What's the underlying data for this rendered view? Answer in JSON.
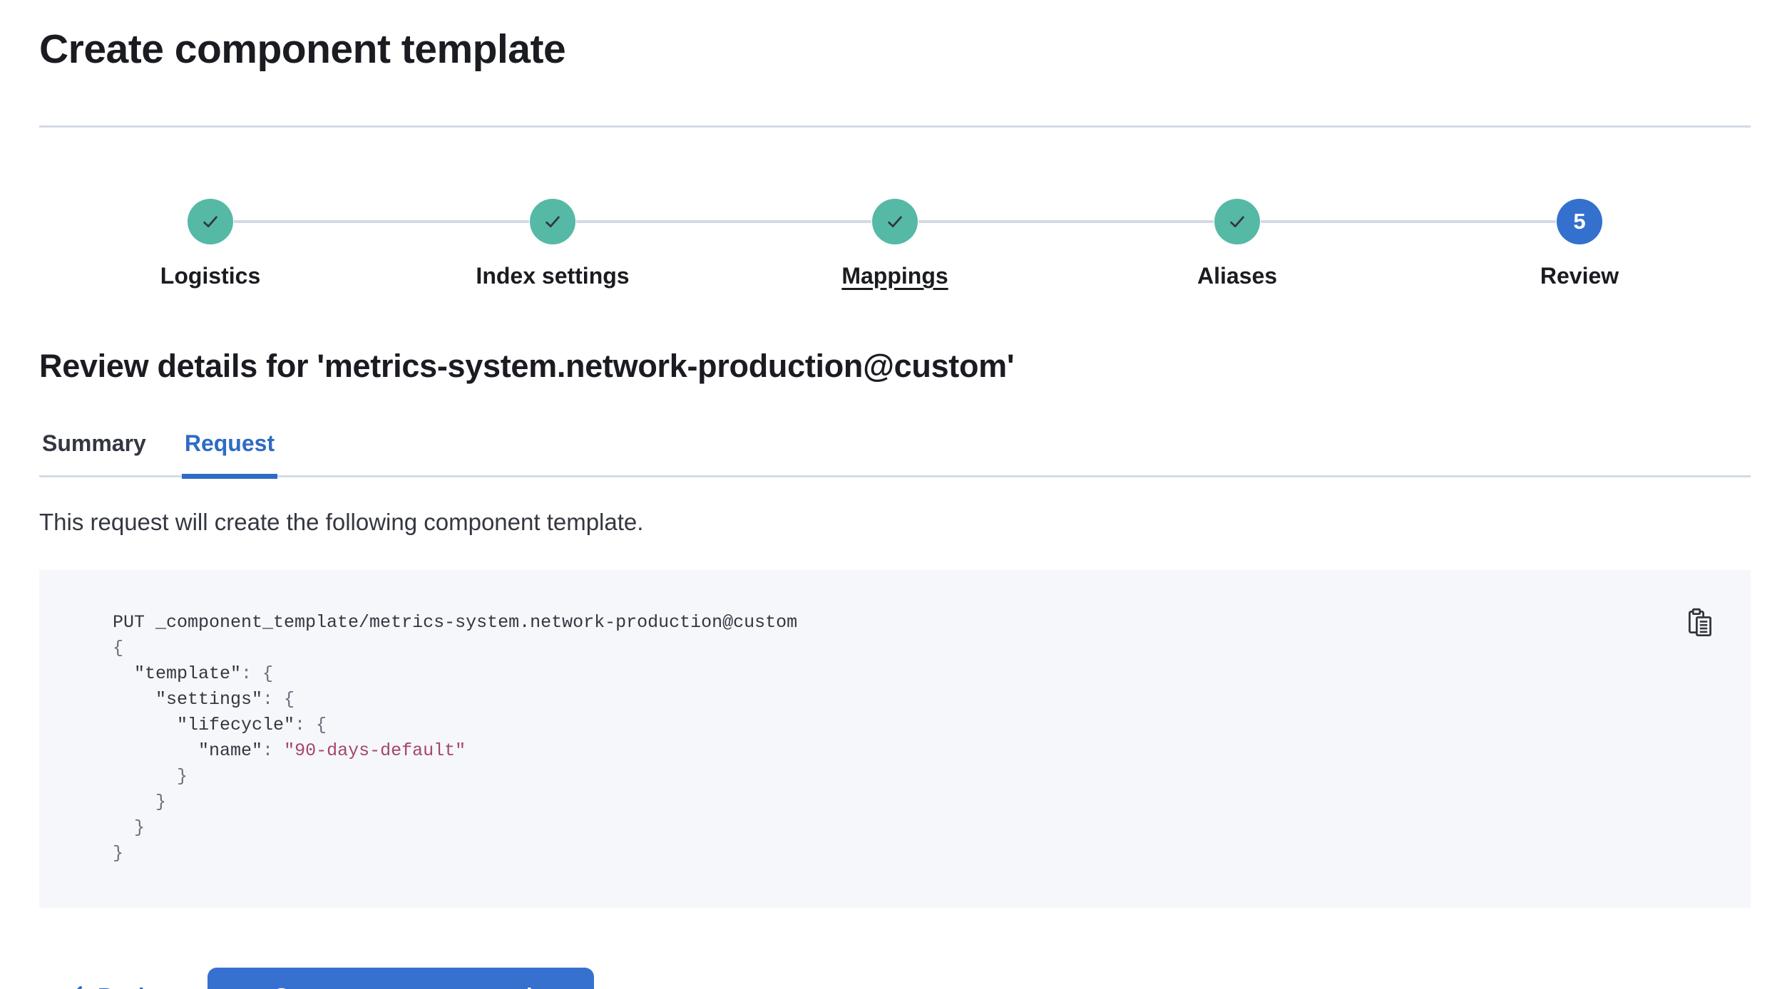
{
  "page": {
    "title": "Create component template"
  },
  "stepper": {
    "steps": [
      {
        "label": "Logistics",
        "status": "complete"
      },
      {
        "label": "Index settings",
        "status": "complete"
      },
      {
        "label": "Mappings",
        "status": "complete"
      },
      {
        "label": "Aliases",
        "status": "complete"
      },
      {
        "label": "Review",
        "status": "current",
        "number": "5"
      }
    ]
  },
  "review": {
    "heading": "Review details for 'metrics-system.network-production@custom'",
    "tabs": [
      {
        "label": "Summary",
        "active": false
      },
      {
        "label": "Request",
        "active": true
      }
    ],
    "description": "This request will create the following component template."
  },
  "request_preview": {
    "copy_icon": "copy-clipboard-icon",
    "code_lines": [
      [
        {
          "t": "plain",
          "v": "PUT _component_template/metrics-system.network-production@custom"
        }
      ],
      [
        {
          "t": "punct",
          "v": "{"
        }
      ],
      [
        {
          "t": "plain",
          "v": "  \"template\""
        },
        {
          "t": "punct",
          "v": ": {"
        }
      ],
      [
        {
          "t": "plain",
          "v": "    \"settings\""
        },
        {
          "t": "punct",
          "v": ": {"
        }
      ],
      [
        {
          "t": "plain",
          "v": "      \"lifecycle\""
        },
        {
          "t": "punct",
          "v": ": {"
        }
      ],
      [
        {
          "t": "plain",
          "v": "        \"name\""
        },
        {
          "t": "punct",
          "v": ": "
        },
        {
          "t": "str",
          "v": "\"90-days-default\""
        }
      ],
      [
        {
          "t": "punct",
          "v": "      }"
        }
      ],
      [
        {
          "t": "punct",
          "v": "    }"
        }
      ],
      [
        {
          "t": "punct",
          "v": "  }"
        }
      ],
      [
        {
          "t": "punct",
          "v": "}"
        }
      ]
    ]
  },
  "footer": {
    "back_label": "Back",
    "create_label": "Create component template"
  },
  "colors": {
    "success_teal": "#55b9a6",
    "primary_blue": "#3470ce",
    "link_blue": "#2e6bc4",
    "string_rose": "#a54669",
    "divider_gray": "#d3dae6",
    "code_background": "#f5f7fa",
    "text_dark": "#343741",
    "heading_dark": "#1a1c21"
  }
}
